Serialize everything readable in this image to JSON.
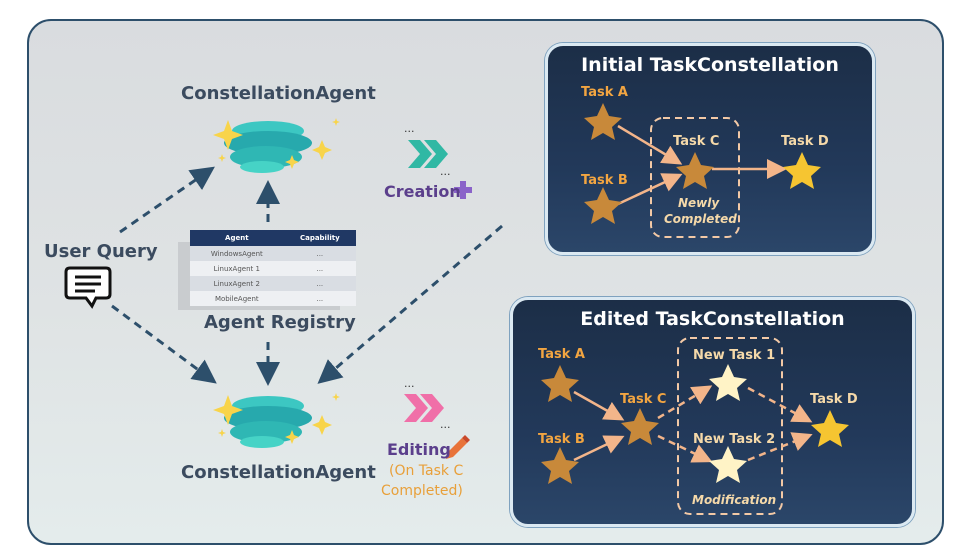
{
  "left": {
    "top_agent_label": "ConstellationAgent",
    "bottom_agent_label": "ConstellationAgent",
    "user_query_label": "User Query",
    "registry_label": "Agent Registry",
    "creation_label": "Creation",
    "editing_label": "Editing",
    "editing_note_line1": "(On Task C",
    "editing_note_line2": "Completed)",
    "ellipsis": "..."
  },
  "registry_table": {
    "headers": [
      "Agent",
      "Capability"
    ],
    "rows": [
      [
        "WindowsAgent",
        "..."
      ],
      [
        "LinuxAgent 1",
        "..."
      ],
      [
        "LinuxAgent 2",
        "..."
      ],
      [
        "MobileAgent",
        "..."
      ]
    ]
  },
  "initial_panel": {
    "title": "Initial TaskConstellation",
    "task_a": "Task A",
    "task_b": "Task B",
    "task_c": "Task C",
    "task_d": "Task D",
    "note_line1": "Newly",
    "note_line2": "Completed"
  },
  "edited_panel": {
    "title": "Edited TaskConstellation",
    "task_a": "Task A",
    "task_b": "Task B",
    "task_c": "Task C",
    "task_d": "Task D",
    "new_task_1": "New Task 1",
    "new_task_2": "New Task 2",
    "note": "Modification"
  },
  "colors": {
    "completed_star": "#c8893a",
    "active_star": "#f6c531",
    "new_star": "#fff3c6",
    "arrow_light": "#f3b58a",
    "arrow_dark": "#2d4f6b",
    "task_label": "#f2a541",
    "creation_plus": "#8a63c9",
    "editing_note": "#e8a03a"
  },
  "icons": [
    "sparkle-icon",
    "chevron-double-right-icon",
    "plus-icon",
    "pencil-icon",
    "chat-icon",
    "star-icon"
  ]
}
